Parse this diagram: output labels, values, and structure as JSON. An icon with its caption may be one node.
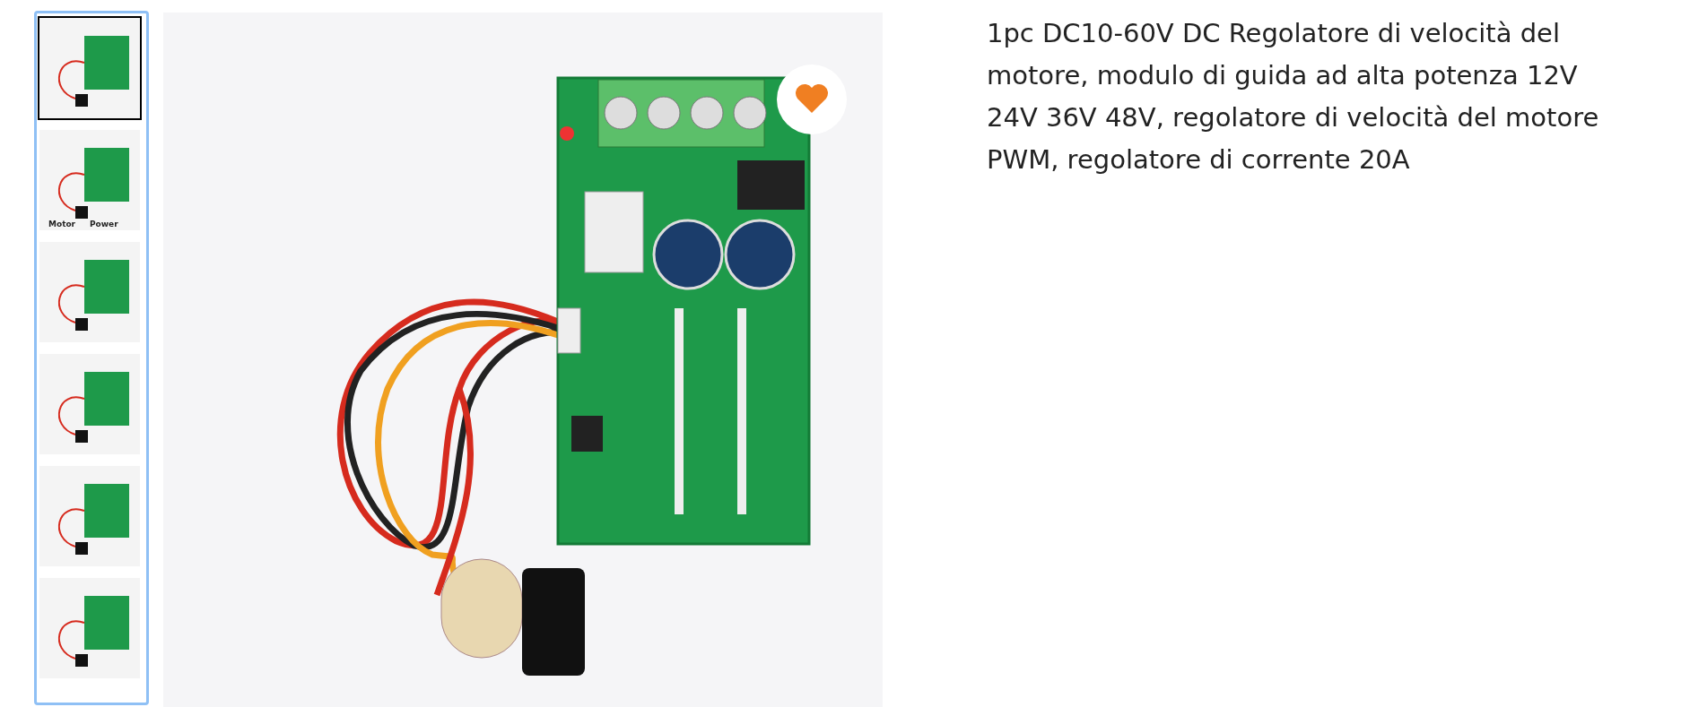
{
  "diagram": {
    "title": "1pc DC10-60V DC Regolatore di velocità del motore, modulo di guida ad alta potenza 12V 24V 36V 48V, regolatore di velocità del motore PWM, regolatore di corrente 20A",
    "labels": [
      "Motor",
      "Power"
    ]
  }
}
